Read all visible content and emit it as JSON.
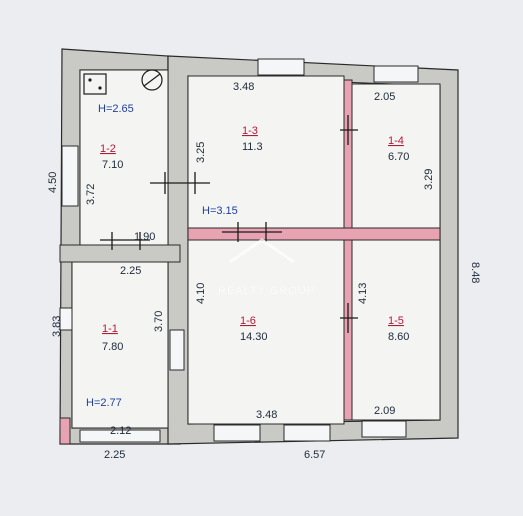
{
  "dimensions": {
    "d348_top": "3.48",
    "d205": "2.05",
    "d325": "3.25",
    "d450": "4.50",
    "d372": "3.72",
    "d329": "3.29",
    "d848": "8.48",
    "d190": "1.90",
    "d225_mid": "2.25",
    "d410": "4.10",
    "d413": "4.13",
    "d383": "3.83",
    "d370": "3.70",
    "d348_bot": "3.48",
    "d209": "2.09",
    "d212": "2.12",
    "d225_bot": "2.25",
    "d657": "6.57"
  },
  "rooms": {
    "r12_id": "1-2",
    "r12_area": "7.10",
    "r13_id": "1-3",
    "r13_area": "11.3",
    "r14_id": "1-4",
    "r14_area": "6.70",
    "r11_id": "1-1",
    "r11_area": "7.80",
    "r16_id": "1-6",
    "r16_area": "14.30",
    "r15_id": "1-5",
    "r15_area": "8.60"
  },
  "heights": {
    "h1": "H=2.65",
    "h2": "H=3.15",
    "h3": "H=2.77"
  },
  "watermark": {
    "brand": "REALTY GROUP"
  },
  "icons": [
    "stove-icon",
    "boiler-icon",
    "watermark-house-icon"
  ],
  "colors": {
    "wall": "#c9c9c6",
    "partition": "#e8a3b3",
    "room_id": "#b01c3a",
    "height_label": "#1f3f9a"
  }
}
